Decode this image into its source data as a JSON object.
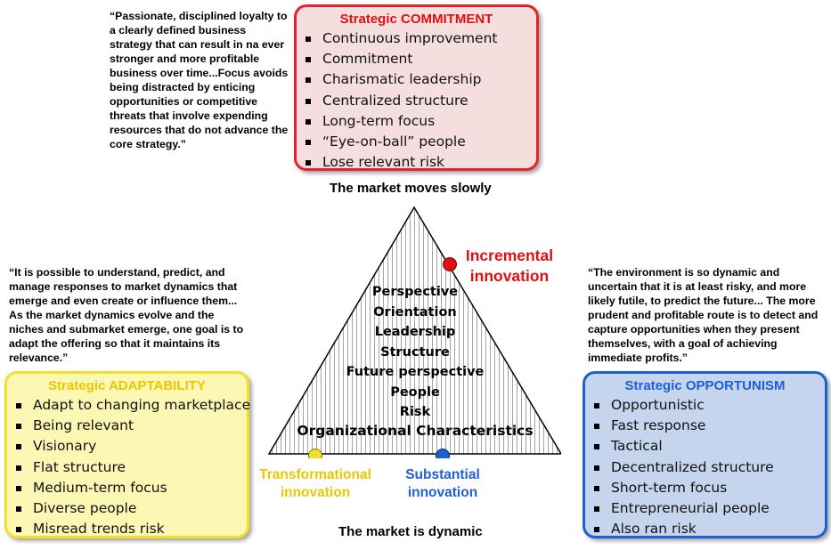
{
  "quotes": {
    "commitment": "“Passionate, disciplined loyalty to a clearly defined business strategy that can result in na ever stronger and more profitable business over time...Focus avoids being distracted by enticing opportunities or competitive threats that involve expending resources that do not advance the core strategy.”",
    "adaptability": "“It is possible to understand, predict, and manage responses to market dynamics that emerge and even create or influence them... As the market dynamics evolve and the niches and submarket emerge, one goal is to adapt the offering so that it maintains its relevance.”",
    "opportunism": "“The environment is so dynamic and uncertain that it is at least risky, and more likely futile, to predict the future... The more prudent and profitable route is to detect and capture opportunities when they present themselves, with a goal of achieving immediate profits.”"
  },
  "boxes": {
    "commitment": {
      "title": "Strategic COMMITMENT",
      "items": [
        "Continuous improvement",
        "Commitment",
        "Charismatic leadership",
        "Centralized structure",
        "Long-term focus",
        "“Eye-on-ball” people",
        "Lose relevant risk"
      ]
    },
    "adaptability": {
      "title": "Strategic ADAPTABILITY",
      "items": [
        "Adapt to changing marketplace",
        "Being relevant",
        "Visionary",
        "Flat structure",
        "Medium-term focus",
        "Diverse people",
        "Misread trends risk"
      ]
    },
    "opportunism": {
      "title": "Strategic OPPORTUNISM",
      "items": [
        "Opportunistic",
        "Fast response",
        "Tactical",
        "Decentralized structure",
        "Short-term focus",
        "Entrepreneurial people",
        "Also ran risk"
      ]
    }
  },
  "market": {
    "top": "The market moves slowly",
    "bottom": "The market is dynamic"
  },
  "pyramid": {
    "characteristics": [
      "Perspective",
      "Orientation",
      "Leadership",
      "Structure",
      "Future perspective",
      "People",
      "Risk"
    ],
    "label": "Organizational Characteristics"
  },
  "innovation": {
    "incremental": [
      "Incremental",
      "innovation"
    ],
    "transformational": [
      "Transformational",
      "innovation"
    ],
    "substantial": [
      "Substantial",
      "innovation"
    ]
  },
  "colors": {
    "commitment": "#e01010",
    "adaptability": "#e8c800",
    "opportunism": "#1e5fd4"
  }
}
